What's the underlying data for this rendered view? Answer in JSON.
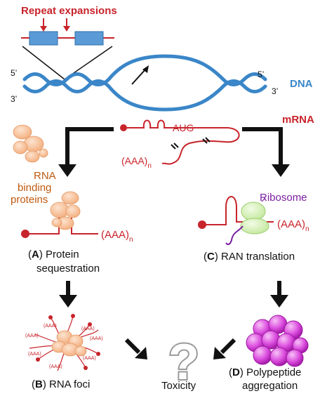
{
  "labels": {
    "repeat_expansions": "Repeat expansions",
    "five_prime_left": "5’",
    "three_prime_left": "3’",
    "five_prime_right": "5’",
    "three_prime_right": "3’",
    "dna": "DNA",
    "mrna": "mRNA",
    "aug": "AUG",
    "polya_main": "(AAA)",
    "polya_sub": "n",
    "rna_binding_proteins_line1": "RNA",
    "rna_binding_proteins_line2": "binding",
    "rna_binding_proteins_line3": "proteins",
    "ribosome": "Ribosome",
    "foci_label": "(AAA)",
    "toxicity": "Toxicity",
    "question_mark": "?"
  },
  "panels": {
    "a": {
      "letter": "A",
      "prefix": "(",
      "suffix": ") Protein",
      "line2": "sequestration"
    },
    "b": {
      "letter": "B",
      "prefix": "(",
      "suffix": ") RNA foci"
    },
    "c": {
      "letter": "C",
      "prefix": "(",
      "suffix": ") RAN translation"
    },
    "d": {
      "letter": "D",
      "prefix": "(",
      "suffix": ") Polypeptide",
      "line2": "aggregation"
    }
  },
  "colors": {
    "repeat_red": "#c8242b",
    "dna_blue": "#3a86c8",
    "exon_blue": "#5b9bd5",
    "protein_peach": "#f6b98f",
    "protein_text": "#c05a10",
    "ribosome_green": "#d6f0b8",
    "ribosome_text": "#7a1fa0",
    "aggregate_magenta": "#d43ad8",
    "toxicity_grey": "#9a9a9a"
  }
}
